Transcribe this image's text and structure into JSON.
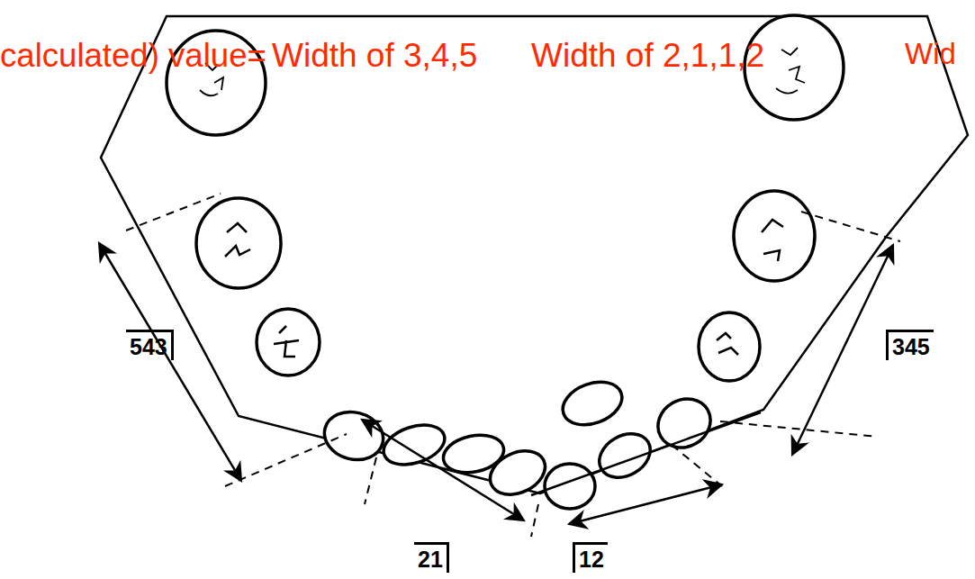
{
  "diagram": {
    "labels": [
      "calculated) value=",
      "Width of 3,4,5",
      "Width of 2,1,1,2",
      "Wid",
      "543",
      "345",
      "21",
      "12"
    ]
  }
}
